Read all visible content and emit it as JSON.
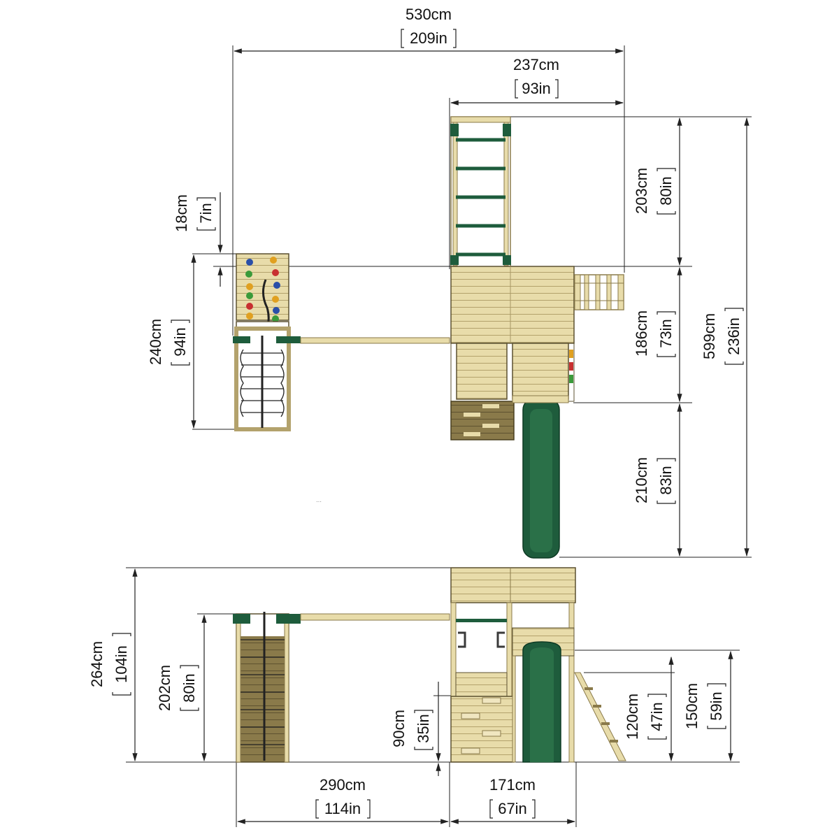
{
  "dimensions": {
    "top_width": {
      "cm": "530cm",
      "in": "209in"
    },
    "top_tower_width": {
      "cm": "237cm",
      "in": "93in"
    },
    "top_climbing_frame_height": {
      "cm": "203cm",
      "in": "80in"
    },
    "top_deck_height": {
      "cm": "186cm",
      "in": "73in"
    },
    "top_slide_length": {
      "cm": "210cm",
      "in": "83in"
    },
    "top_total_depth": {
      "cm": "599cm",
      "in": "236in"
    },
    "top_offset": {
      "cm": "18cm",
      "in": "7in"
    },
    "top_swing_depth": {
      "cm": "240cm",
      "in": "94in"
    },
    "front_total_height": {
      "cm": "264cm",
      "in": "104in"
    },
    "front_swing_height": {
      "cm": "202cm",
      "in": "80in"
    },
    "front_platform_height": {
      "cm": "90cm",
      "in": "35in"
    },
    "front_ladder_height": {
      "cm": "120cm",
      "in": "47in"
    },
    "front_deck_height": {
      "cm": "150cm",
      "in": "59in"
    },
    "front_swing_span": {
      "cm": "290cm",
      "in": "114in"
    },
    "front_tower_width": {
      "cm": "171cm",
      "in": "67in"
    }
  },
  "colors": {
    "wood": "#e6d9a6",
    "wood_dark": "#cdbb7f",
    "wood_line": "#a89865",
    "green": "#1e5c3c",
    "green_light": "#3f7a55",
    "dark_wood": "#7a6a3e",
    "line": "#222222"
  }
}
